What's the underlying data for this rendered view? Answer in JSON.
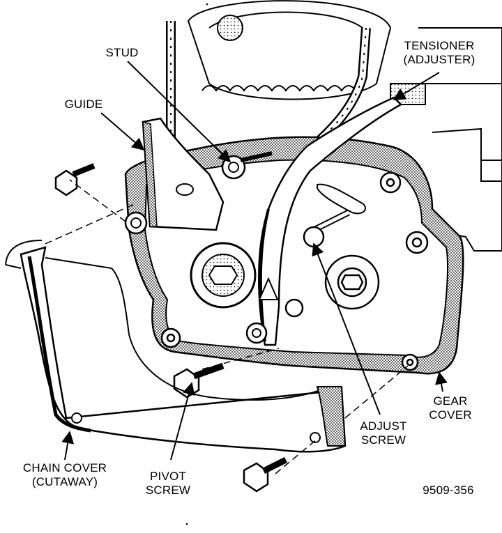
{
  "labels": {
    "stud": "STUD",
    "tensioner_line1": "TENSIONER",
    "tensioner_line2": "(ADJUSTER)",
    "guide": "GUIDE",
    "gear_cover_line1": "GEAR",
    "gear_cover_line2": "COVER",
    "adjust_screw_line1": "ADJUST",
    "adjust_screw_line2": "SCREW",
    "chain_cover_line1": "CHAIN COVER",
    "chain_cover_line2": "(CUTAWAY)",
    "pivot_screw_line1": "PIVOT",
    "pivot_screw_line2": "SCREW"
  },
  "figure_id": "9509-356",
  "colors": {
    "ink": "#000000",
    "paper": "#ffffff",
    "shade": "#8a8a8a"
  }
}
